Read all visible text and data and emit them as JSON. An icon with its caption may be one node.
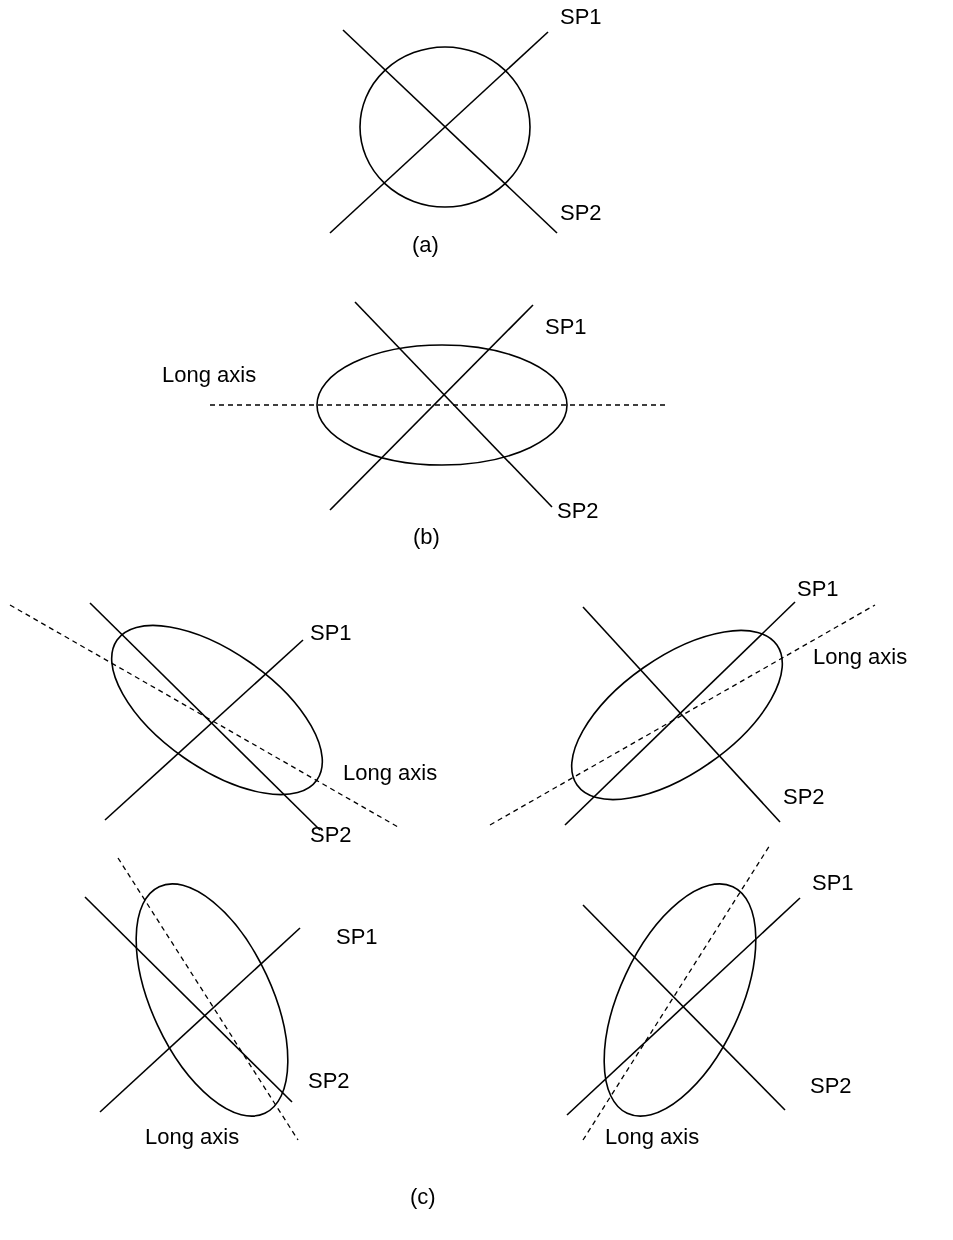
{
  "diagram": {
    "labels": [
      "SP1",
      "SP2",
      "(a)",
      "SP1",
      "Long axis",
      "SP2",
      "(b)",
      "SP1",
      "SP1",
      "Long axis",
      "Long axis",
      "SP2",
      "SP2",
      "SP1",
      "SP1",
      "SP2",
      "SP2",
      "Long axis",
      "Long axis",
      "(c)"
    ]
  }
}
